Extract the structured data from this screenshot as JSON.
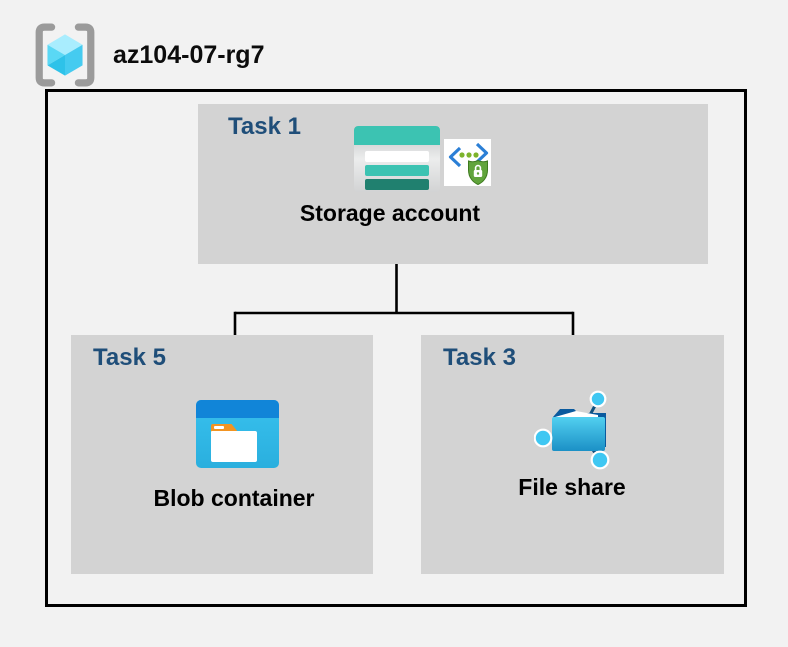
{
  "resource_group": {
    "name": "az104-07-rg7",
    "icon": "azure-resource-group-icon"
  },
  "tasks": {
    "task1": {
      "label": "Task 1",
      "node": "Storage account",
      "icons": [
        "storage-account-icon",
        "secure-api-lock-badge-icon"
      ]
    },
    "task5": {
      "label": "Task 5",
      "node": "Blob container",
      "icons": [
        "blob-container-icon"
      ]
    },
    "task3": {
      "label": "Task 3",
      "node": "File share",
      "icons": [
        "file-share-icon"
      ]
    }
  },
  "connections": [
    {
      "from": "Storage account",
      "to": "Blob container"
    },
    {
      "from": "Storage account",
      "to": "File share"
    }
  ],
  "colors": {
    "page_background": "#f2f2f2",
    "task_box_gray": "#d3d3d3",
    "task_label_blue": "#1f4e79",
    "outline_black": "#000000",
    "storage_teal": "#3cc3b2",
    "storage_teal_dark": "#20806f",
    "blob_header_blue": "#1185d8",
    "blob_body_cyan": "#31bce9",
    "folder_tab_orange": "#f29422",
    "file_folder_navy": "#0a5a9e",
    "file_node_cyan": "#3fc7f2",
    "shield_green": "#61a43c",
    "api_bracket_blue": "#2b7fd6",
    "rg_bracket_gray": "#9b9b9b",
    "rg_cube_top": "#a9edfe",
    "rg_cube_side": "#45cbf0"
  }
}
